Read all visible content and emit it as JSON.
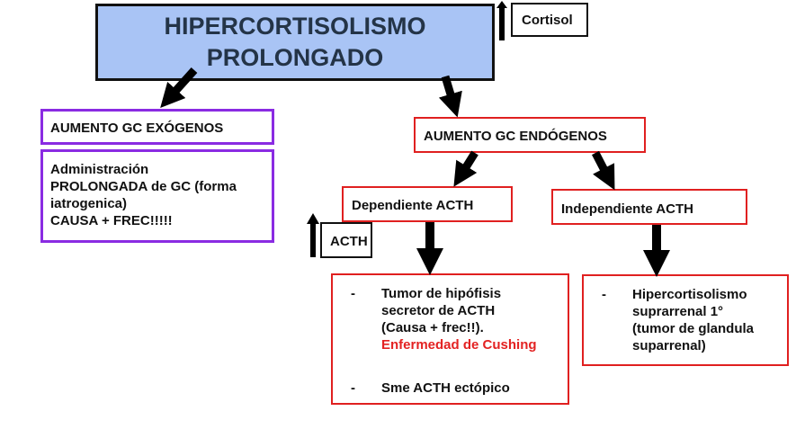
{
  "title": {
    "line1": "HIPERCORTISOLISMO",
    "line2": "PROLONGADO"
  },
  "cortisol_indicator": {
    "arrow": "up-arrow-icon",
    "label": "Cortisol"
  },
  "exogenous": {
    "header": "AUMENTO GC EXÓGENOS",
    "lines": [
      "Administración",
      "PROLONGADA de GC (forma",
      "iatrogenica)",
      "CAUSA + FREC!!!!!"
    ]
  },
  "endogenous": {
    "header": "AUMENTO GC ENDÓGENOS"
  },
  "dependent": {
    "header": "Dependiente ACTH"
  },
  "independent": {
    "header": "Independiente ACTH"
  },
  "acth_indicator": {
    "arrow": "up-arrow-icon",
    "label": "ACTH"
  },
  "dependent_causes": {
    "items": [
      {
        "bullet": "-",
        "lines": [
          "Tumor de hipófisis",
          "secretor de ACTH",
          "(Causa + frec!!)."
        ],
        "highlight": "Enfermedad de Cushing"
      },
      {
        "bullet": "-",
        "lines": [
          "Sme ACTH ectópico"
        ]
      }
    ]
  },
  "independent_causes": {
    "items": [
      {
        "bullet": "-",
        "lines": [
          "Hipercortisolismo",
          "suprarrenal 1°",
          "(tumor de glandula",
          "suparrenal)"
        ]
      }
    ]
  },
  "colors": {
    "title_fill": "#a9c4f5",
    "exogenous_border": "#8a2be2",
    "endogenous_border": "#e02020",
    "highlight_text": "#e32222"
  }
}
